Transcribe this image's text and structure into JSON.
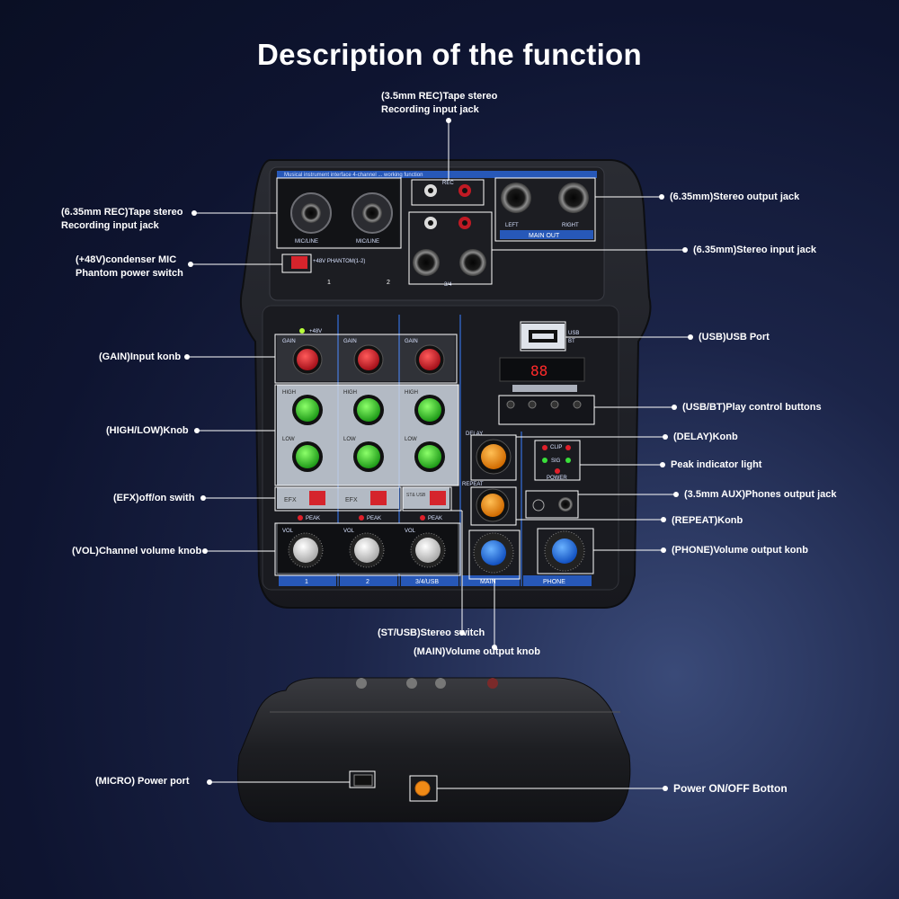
{
  "title": "Description of the function",
  "labels": {
    "rec_35": "(3.5mm REC)Tape stereo\nRecording input jack",
    "rec_635": "(6.35mm REC)Tape stereo\nRecording input jack",
    "phantom": "(+48V)condenser MIC\nPhantom power switch",
    "stereo_out": "(6.35mm)Stereo output jack",
    "stereo_in": "(6.35mm)Stereo input jack",
    "usb_port": "(USB)USB Port",
    "gain": "(GAIN)Input konb",
    "play_ctrl": "(USB/BT)Play control buttons",
    "high_low": "(HIGH/LOW)Knob",
    "delay": "(DELAY)Konb",
    "peak_light": "Peak indicator light",
    "efx": "(EFX)off/on swith",
    "phones_out": "(3.5mm AUX)Phones output jack",
    "repeat": "(REPEAT)Konb",
    "vol": "(VOL)Channel volume knob",
    "phone_vol": "(PHONE)Volume output konb",
    "st_usb": "(ST/USB)Stereo switch",
    "main_vol": "(MAIN)Volume output knob",
    "micro_power": "(MICRO) Power port",
    "power_btn": "Power ON/OFF Botton"
  },
  "device": {
    "top_strip": "Musical instrument interface 4-channel ... working function",
    "mic_line_1": "MIC/LINE",
    "mic_line_2": "MIC/LINE",
    "phantom_text": "+48V PHANTOM(1-2)",
    "ch1": "1",
    "ch2": "2",
    "ch34": "3/4",
    "rec": "REC",
    "left": "LEFT",
    "right": "RIGHT",
    "main_out": "MAIN OUT",
    "plus48v": "+48V",
    "gain": "GAIN",
    "high": "HIGH",
    "low": "LOW",
    "efx": "EFX",
    "st_usb": "ST& USB",
    "peak": "PEAK",
    "vol": "VOL",
    "delay": "DELAY",
    "repeat": "REPEAT",
    "clip": "CLIP",
    "sig": "SIG",
    "power": "POWER",
    "usb": "USB",
    "bt": "BT",
    "display": "88",
    "strip_1": "1",
    "strip_2": "2",
    "strip_3": "3/4/USB",
    "strip_main": "MAIN",
    "strip_phone": "PHONE"
  },
  "colors": {
    "accent_blue": "#2f6fd8",
    "gain_red": "#d4202a",
    "eq_green": "#3fd23a",
    "delay_orange": "#f08a16",
    "vol_white": "#e8e8e8",
    "main_blue": "#2a7ff0"
  }
}
